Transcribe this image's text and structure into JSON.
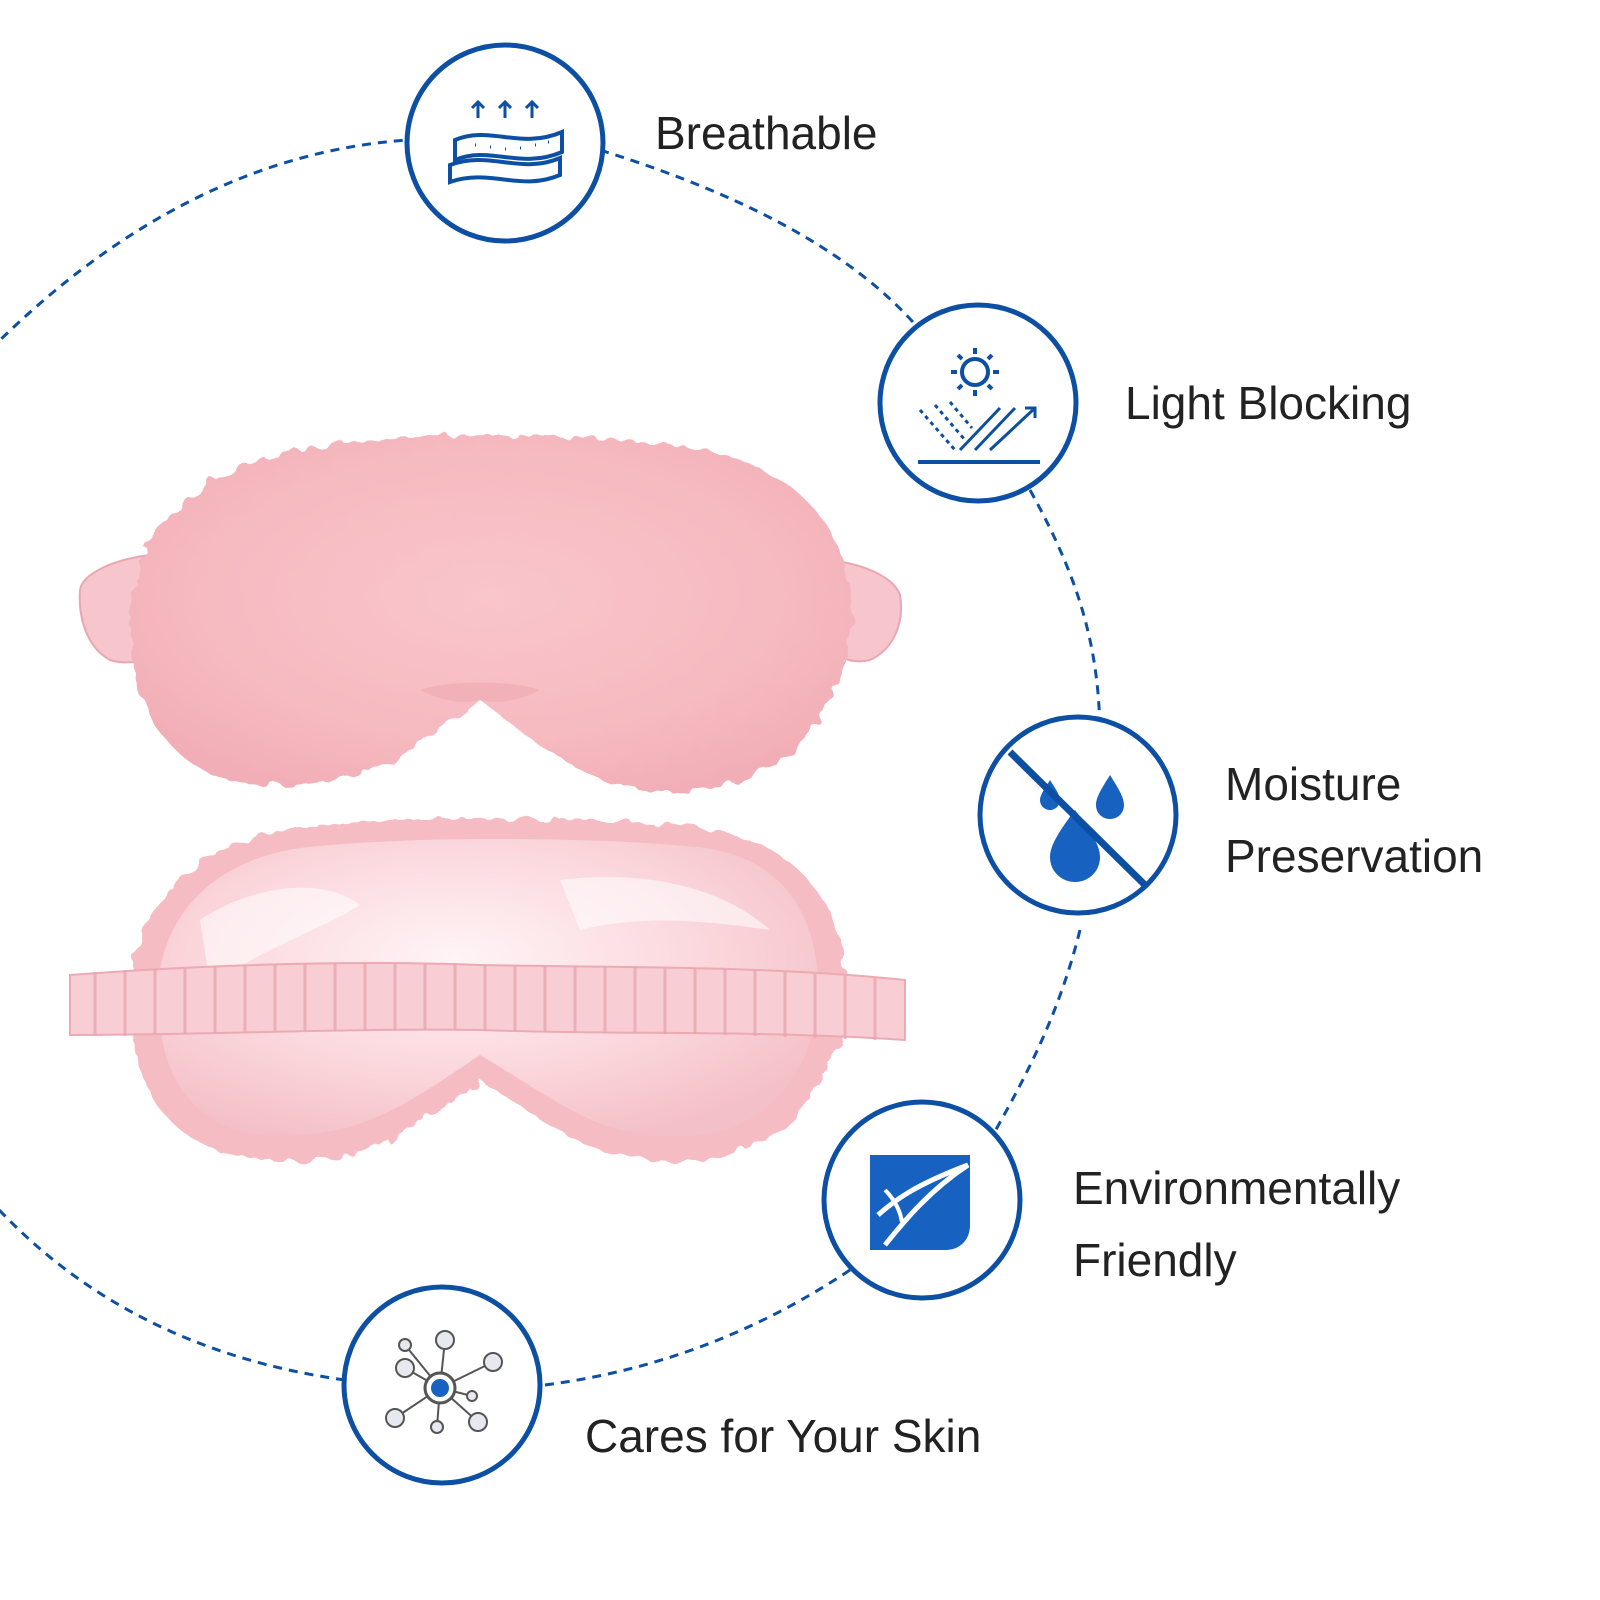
{
  "colors": {
    "accent": "#0d4fa3",
    "accent_fill": "#1761c0",
    "text": "#222222",
    "mask_fur": "#f7c1c6",
    "mask_satin": "#f9d3d8"
  },
  "features": [
    {
      "id": "breathable",
      "icon": "breathable-layers-icon",
      "lines": [
        "Breathable"
      ]
    },
    {
      "id": "light-blocking",
      "icon": "sun-light-block-icon",
      "lines": [
        "Light Blocking"
      ]
    },
    {
      "id": "moisture",
      "icon": "no-water-drop-icon",
      "lines": [
        "Moisture",
        "Preservation"
      ]
    },
    {
      "id": "eco",
      "icon": "eco-leaf-icon",
      "lines": [
        "Environmentally",
        "Friendly"
      ]
    },
    {
      "id": "skin",
      "icon": "molecule-icon",
      "lines": [
        "Cares for Your Skin"
      ]
    }
  ],
  "product": {
    "front": "fluffy-plush-sleep-mask",
    "back": "satin-sleep-mask-with-elastic-strap"
  }
}
